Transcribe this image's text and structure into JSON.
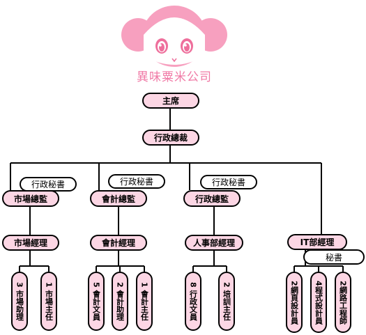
{
  "company": {
    "name": "異味粟米公司"
  },
  "colors": {
    "logo_pink": "#f7a0bf",
    "logo_dark": "#ee6f9c",
    "node_fill": "#fcd6e4",
    "line": "#000000"
  },
  "chart": {
    "chairman": "主席",
    "ceo": "行政總裁",
    "secretary_label": "行政秘書",
    "it_secretary": "秘書",
    "departments": {
      "marketing": {
        "head": "市場總監",
        "manager": "市場經理",
        "staff": [
          "3 市場助理",
          "1 市場主任"
        ]
      },
      "accounting": {
        "head": "會計總監",
        "manager": "會計經理",
        "staff": [
          "5 會計文員",
          "2 會計助理",
          "1 會計主任"
        ]
      },
      "hr": {
        "head": "行政總監",
        "manager": "人事部經理",
        "staff": [
          "8 行政文員",
          "2 培訓主任"
        ]
      },
      "it": {
        "manager": "IT部經理",
        "staff": [
          "2網頁設計員",
          "4程式設計員",
          "2網路工程師"
        ]
      }
    }
  }
}
